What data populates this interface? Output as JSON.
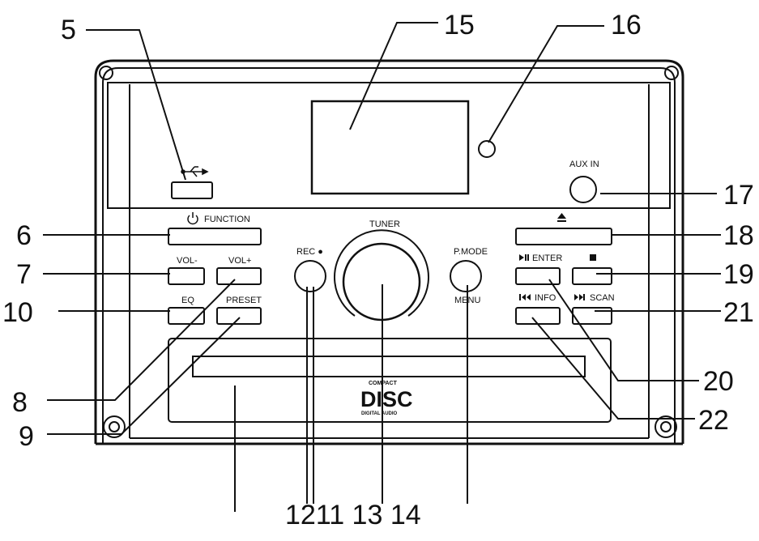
{
  "callouts": {
    "n5": "5",
    "n15": "15",
    "n16": "16",
    "n17": "17",
    "n6": "6",
    "n18": "18",
    "n7": "7",
    "n19": "19",
    "n10": "10",
    "n21": "21",
    "n8": "8",
    "n20": "20",
    "n9": "9",
    "n22": "22",
    "bottom": "1211 13 14"
  },
  "panel_labels": {
    "function": "FUNCTION",
    "vol_minus": "VOL-",
    "vol_plus": "VOL+",
    "eq": "EQ",
    "preset": "PRESET",
    "rec": "REC ●",
    "tuner": "TUNER",
    "pmode": "P.MODE",
    "menu": "MENU",
    "aux_in": "AUX IN",
    "enter": "ENTER",
    "info": "INFO",
    "scan": "SCAN",
    "cd_logo_top": "COMPACT",
    "cd_logo_main": "DISC",
    "cd_logo_bottom": "DIGITAL AUDIO"
  },
  "icons": [
    "usb-icon",
    "power-icon",
    "eject-icon",
    "play-pause-icon",
    "stop-icon",
    "previous-icon",
    "next-icon"
  ]
}
